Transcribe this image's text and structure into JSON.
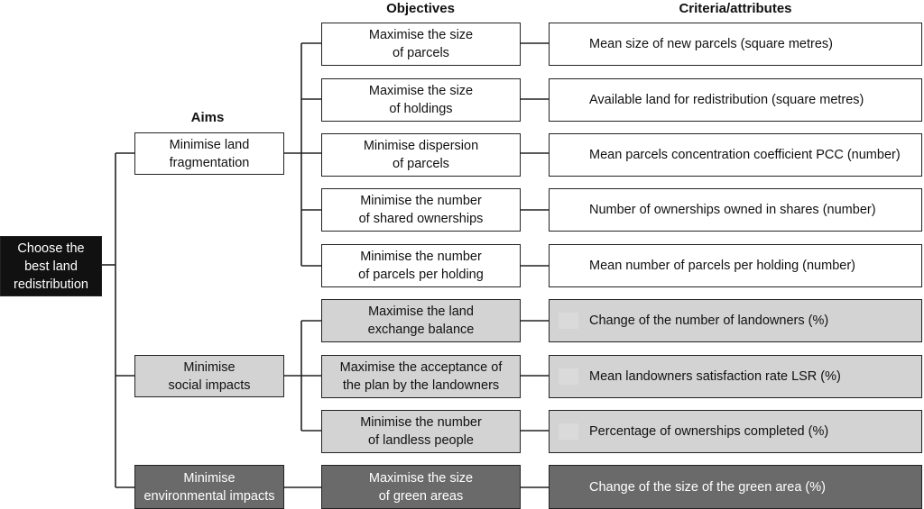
{
  "headers": {
    "aims": "Aims",
    "objectives": "Objectives",
    "criteria": "Criteria/attributes"
  },
  "goal": "Choose the\nbest land\nredistribution",
  "aims": [
    "Minimise land\nfragmentation",
    "Minimise\nsocial impacts",
    "Minimise\nenvironmental impacts"
  ],
  "objectives": [
    "Maximise the size\nof parcels",
    "Maximise the size\nof holdings",
    "Minimise dispersion\nof parcels",
    "Minimise the number\nof shared ownerships",
    "Minimise the number\nof parcels per holding",
    "Maximise the land\nexchange balance",
    "Maximise the acceptance of\nthe plan by the landowners",
    "Minimise the number\nof landless people",
    "Maximise the size\nof green areas"
  ],
  "criteria": [
    "Mean size of new parcels (square metres)",
    "Available land for redistribution (square metres)",
    "Mean parcels  concentration coefficient PCC (number)",
    "Number of ownerships owned in shares (number)",
    "Mean number of parcels per holding (number)",
    "Change of the number of landowners (%)",
    "Mean landowners  satisfaction rate LSR (%)",
    "Percentage of ownerships  completed  (%)",
    "Change of the size of the green area (%)"
  ],
  "colors": {
    "goal_fill": "#111111",
    "fragmentation_fill": "#ffffff",
    "social_fill": "#d3d3d3",
    "environmental_fill": "#6a6a6a",
    "line": "#222222"
  }
}
